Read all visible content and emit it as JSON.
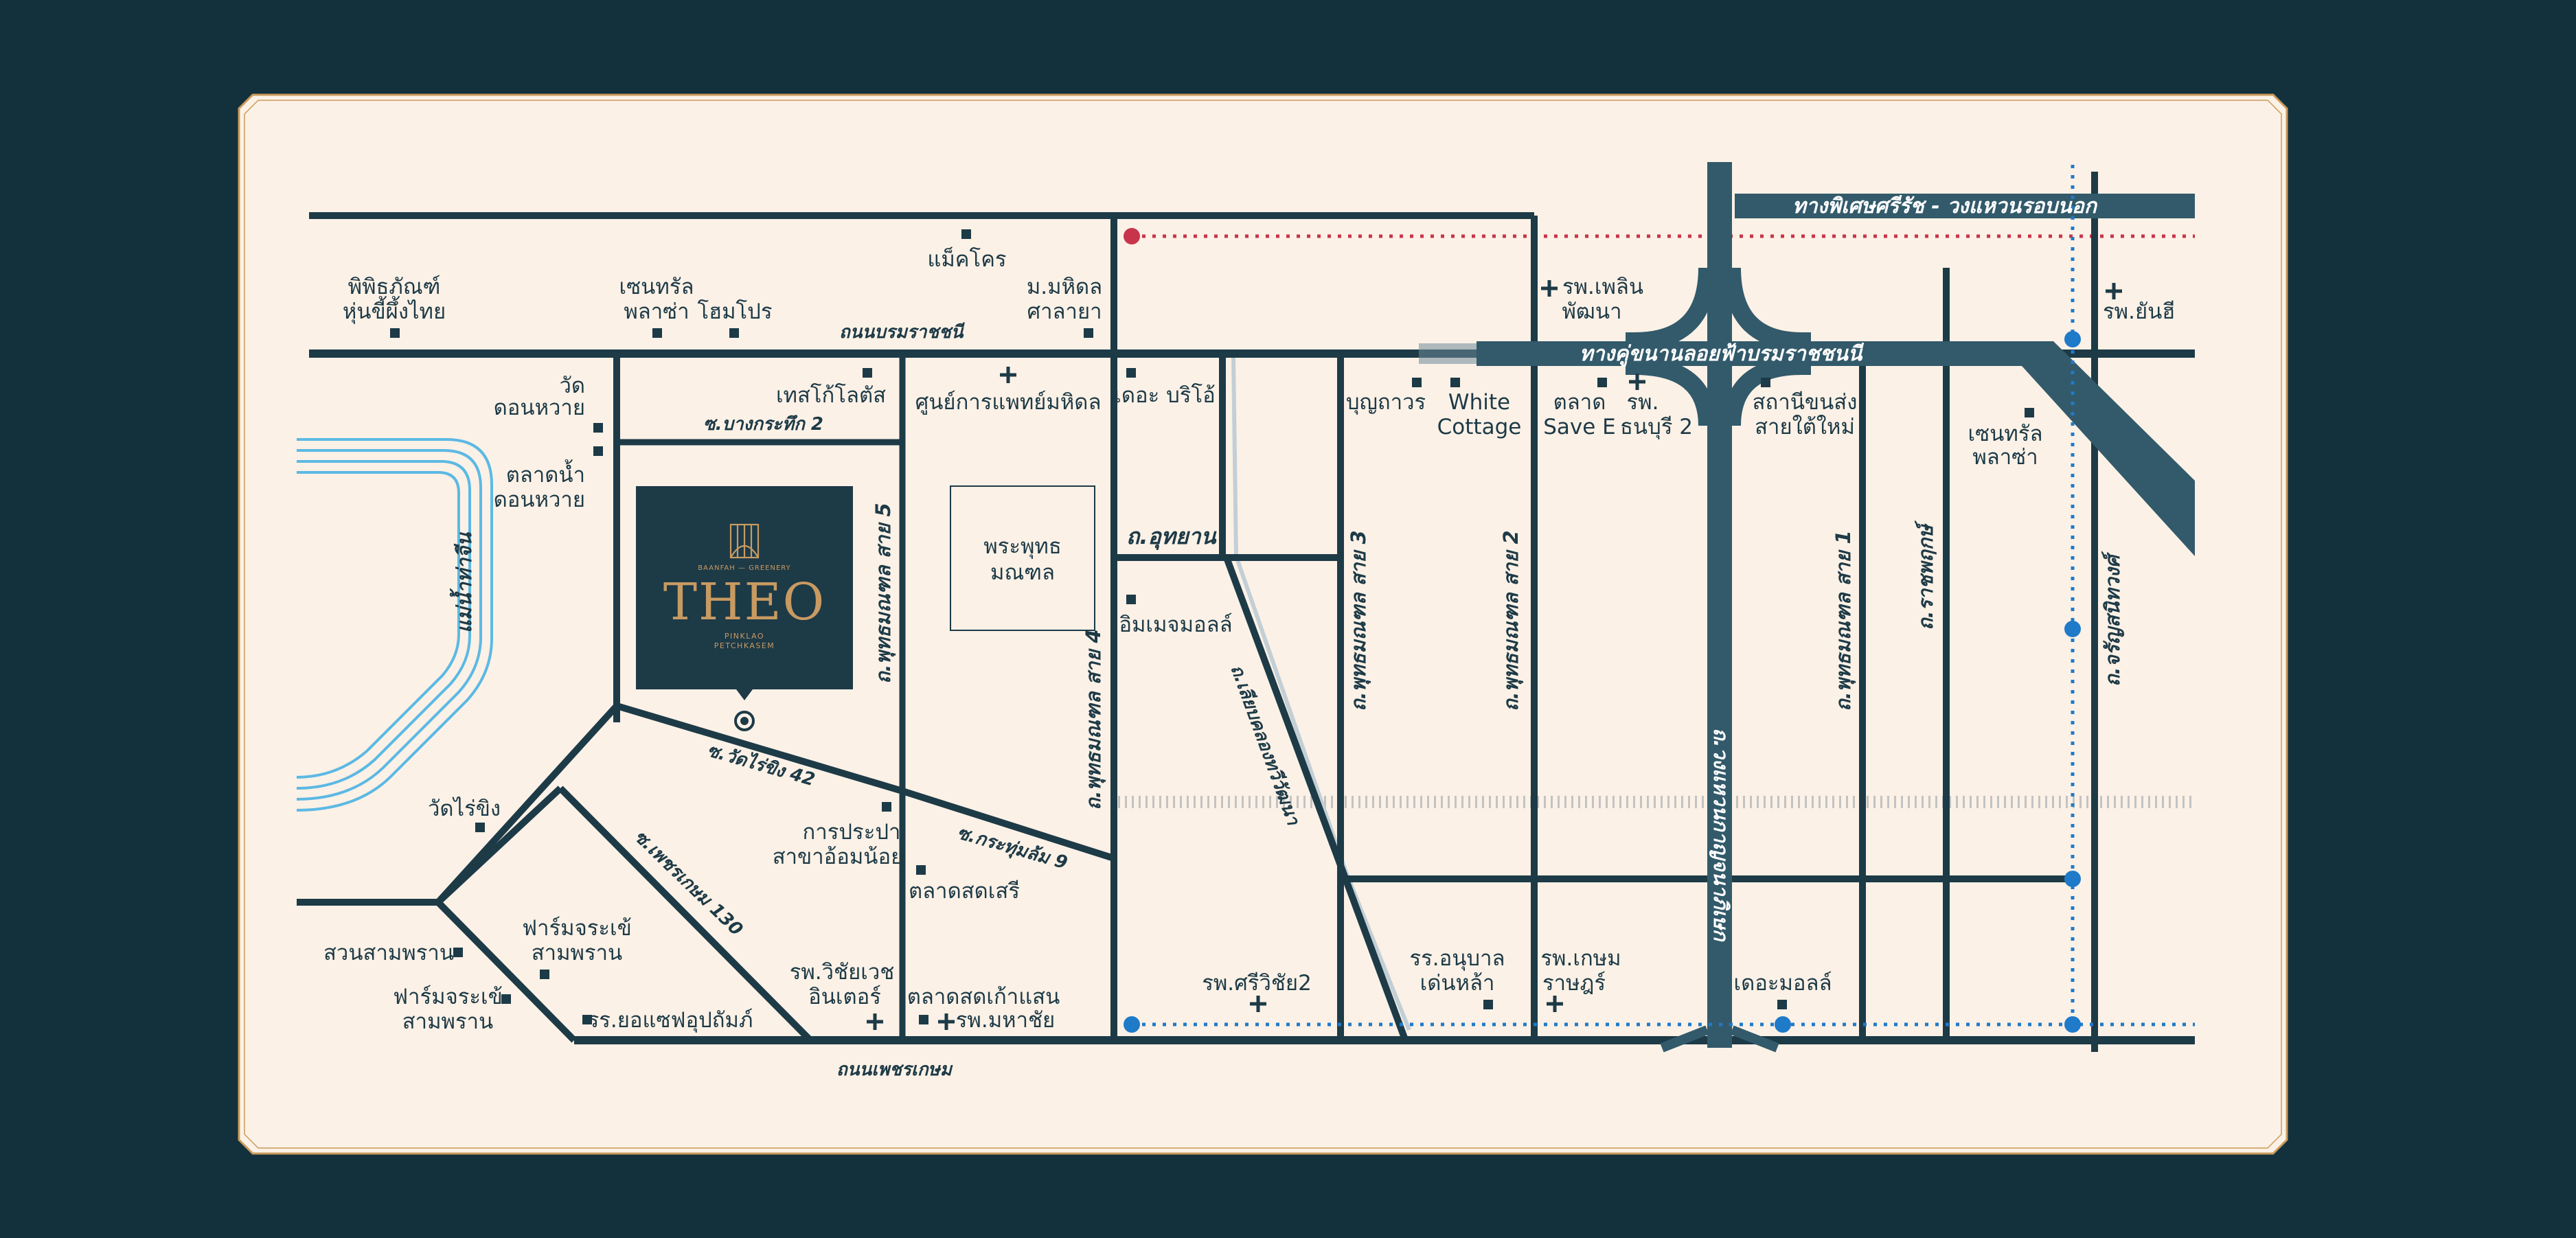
{
  "colors": {
    "background": "#13303d",
    "panel": "#fcf1e6",
    "road": "#1d3a47",
    "highway": "#325a6b",
    "frame": "#c99a5a",
    "river": "#5cb9e4",
    "red_line": "#c8354b",
    "blue_line": "#1f7ac9",
    "gold": "#c89a62"
  },
  "project": {
    "brand": "BAANFAH — GREENERY",
    "name": "THEO",
    "sub1": "PINKLAO",
    "sub2": "PETCHKASEM"
  },
  "expressways": {
    "north": "ทางพิเศษศรีรัช - วงแหวนรอบนอก",
    "middle": "ทางคู่ขนานลอยฟ้าบรมราชชนนี"
  },
  "roads": {
    "borommaratchachonnani": "ถนนบรมราชชนี",
    "bang_kruai_2": "ซ.บางกระทึก 2",
    "phutthamonthon_5": "ถ.พุทธมณฑล สาย 5",
    "phutthamonthon_4": "ถ.พุทธมณฑล สาย 4",
    "phutthamonthon_3": "ถ.พุทธมณฑล สาย 3",
    "phutthamonthon_2": "ถ.พุทธมณฑล สาย 2",
    "phutthamonthon_1": "ถ.พุทธมณฑล สาย 1",
    "uthayan": "ถ.อุทยาน",
    "liap_khlong": "ถ.เลียบคลองทวีวัฒนา",
    "wat_rai_khing_42": "ซ.วัดไร่ขิง 42",
    "krathum_lom_9": "ซ.กระทุ่มล้ม 9",
    "phetkasem_130": "ซ.เพชรเกษม 130",
    "phetkasem": "ถนนเพชรเกษม",
    "kanchanaphisek": "ถ.วงแหวนกาญจนาภิเษก",
    "ratchaphruek": "ถ.ราชพฤกษ์",
    "charansanitwong": "ถ.จรัญสนิทวงศ์",
    "river": "แม่น้ำท่าจีน"
  },
  "places": {
    "museum": [
      "พิพิธภัณฑ์",
      "หุ่นขี้ผึ้งไทย"
    ],
    "central_salaya": [
      "เซนทรัล",
      "พลาซ่า"
    ],
    "homepro": "โฮมโปร",
    "makro": "แม็คโคร",
    "mahidol": [
      "ม.มหิดล",
      "ศาลายา"
    ],
    "wat_don_wai": [
      "วัด",
      "ดอนหวาย"
    ],
    "don_wai_market": [
      "ตลาดน้ำ",
      "ดอนหวาย"
    ],
    "tesco_lotus": "เทสโก้โลตัส",
    "mahidol_medical": "ศูนย์การแพทย์มหิดล",
    "the_brio": "เดอะ บริโอ้",
    "phutthamonthon": [
      "พระพุทธ",
      "มณฑล"
    ],
    "impian_mall": "อิมเมจมอลล์",
    "boonthavorn": "บุญถาวร",
    "white_cottage": [
      "White",
      "Cottage"
    ],
    "save_e": [
      "ตลาด",
      "Save E"
    ],
    "thonburi2": [
      "รพ.",
      "ธนบุรี 2"
    ],
    "ploenpat": [
      "รพ.เพลิน",
      "พัฒนา"
    ],
    "southern_bus": [
      "สถานีขนส่ง",
      "สายใต้ใหม่"
    ],
    "central_pinklao": [
      "เซนทรัล",
      "พลาซ่า"
    ],
    "yanhee": "รพ.ยันฮี",
    "wat_rai_khing": "วัดไร่ขิง",
    "waterworks": [
      "การประปา",
      "สาขาอ้อมน้อย"
    ],
    "sot_sree_market": "ตลาดสดเสรี",
    "sampran_garden": "สวนสามพราน",
    "croc_farm_1": [
      "ฟาร์มจระเข้",
      "สามพราน"
    ],
    "croc_farm_2": [
      "ฟาร์มจระเข้",
      "สามพราน"
    ],
    "assumption_school": "รร.ยอแซฟอุปถัมภ์",
    "vichaivej": [
      "รพ.วิชัยเวช",
      "อินเตอร์"
    ],
    "kao_saen_market": "ตลาดสดเก้าแสน",
    "mahachai": "รพ.มหาชัย",
    "srivichai2": "รพ.ศรีวิชัย2",
    "anuban_school": [
      "รร.อนุบาล",
      "เด่นหล้า"
    ],
    "kasemrad": [
      "รพ.เกษม",
      "ราษฎร์"
    ],
    "the_mall": "เดอะมอลล์"
  }
}
